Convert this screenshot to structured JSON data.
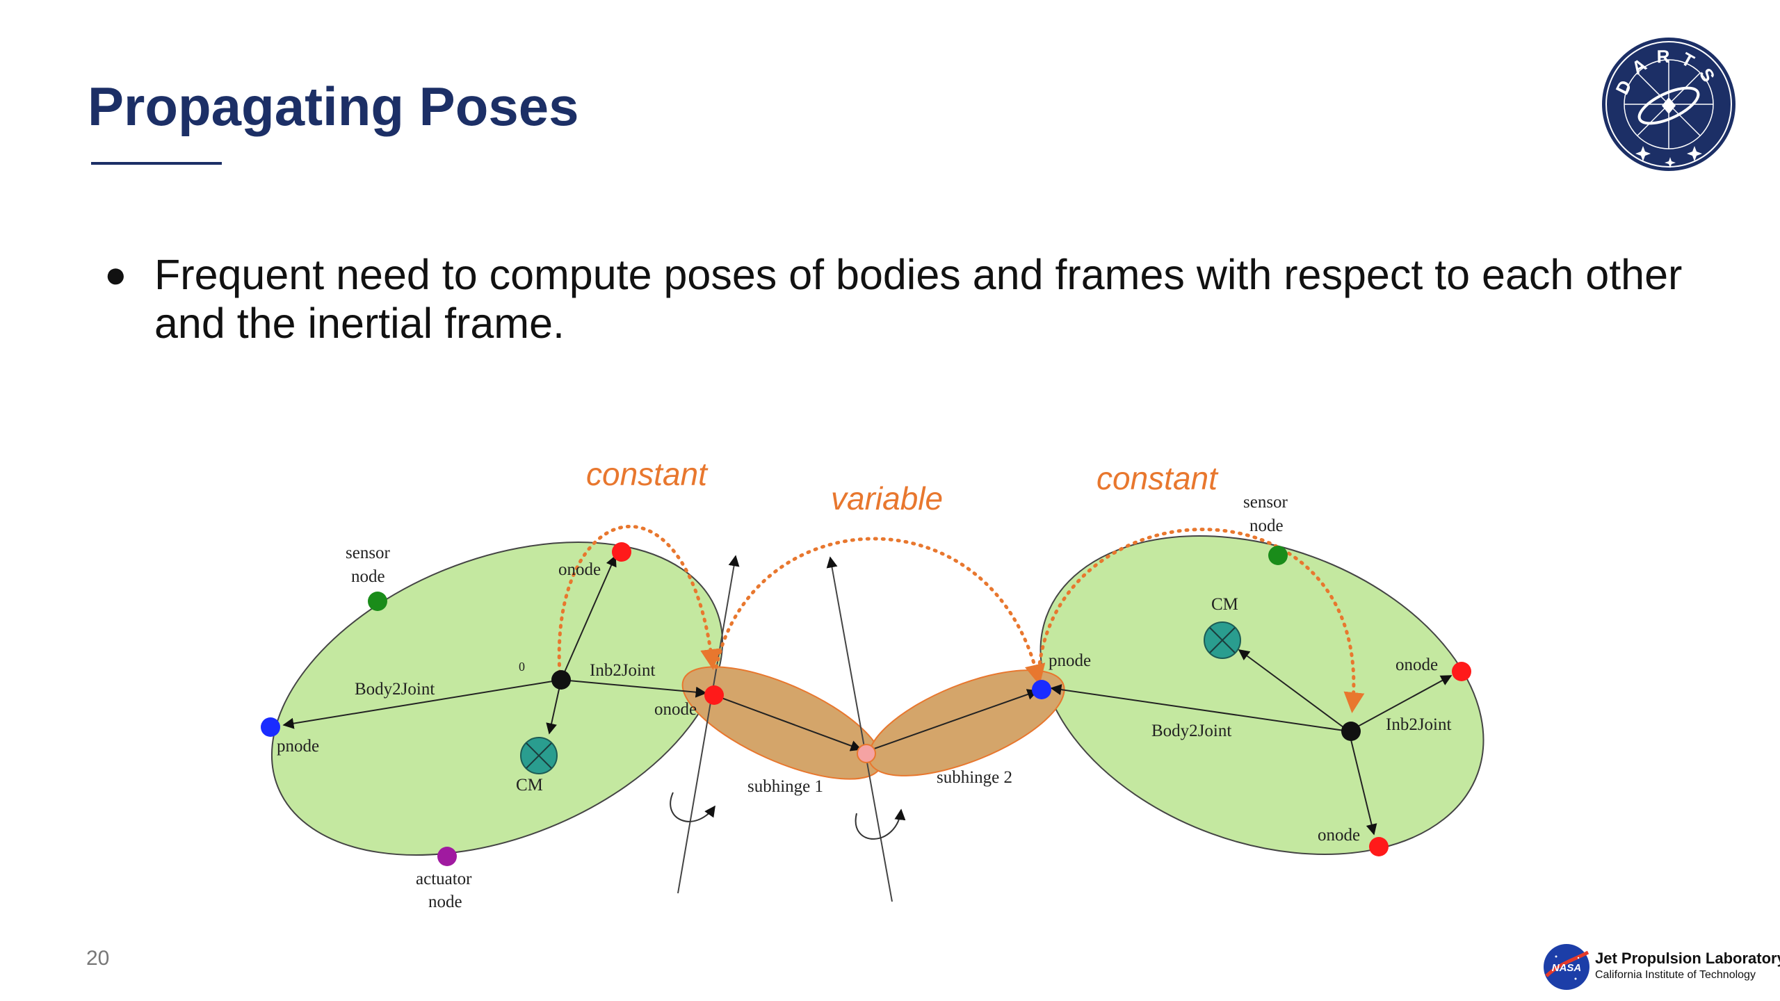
{
  "slide": {
    "title": "Propagating Poses",
    "page_number": "20",
    "bullets": [
      "Frequent need to compute poses of bodies and frames with respect to each other and the inertial frame."
    ]
  },
  "logos": {
    "darts_letters": "DARTS",
    "jpl_title": "Jet Propulsion Laboratory",
    "jpl_subtitle": "California Institute of Technology",
    "nasa_text": "NASA"
  },
  "diagram": {
    "annotations": {
      "constant_left": "constant",
      "variable": "variable",
      "constant_right": "constant"
    },
    "left_body": {
      "sensor_label_1": "sensor",
      "sensor_label_2": "node",
      "onode_top": "onode",
      "zero": "0",
      "inb2joint": "Inb2Joint",
      "body2joint": "Body2Joint",
      "pnode": "pnode",
      "onode_right": "onode",
      "cm": "CM",
      "actuator_label_1": "actuator",
      "actuator_label_2": "node"
    },
    "hinges": {
      "subhinge_1": "subhinge 1",
      "subhinge_2": "subhinge 2"
    },
    "right_body": {
      "sensor_label_1": "sensor",
      "sensor_label_2": "node",
      "cm": "CM",
      "pnode": "pnode",
      "onode_right": "onode",
      "body2joint": "Body2Joint",
      "inb2joint": "Inb2Joint",
      "onode_bottom": "onode"
    },
    "colors": {
      "body_fill": "#c4e8a0",
      "hinge_fill": "#d4a56a",
      "orange": "#e8772e",
      "cm_fill": "#2a9d8f",
      "node_red": "#ff1a1a",
      "node_blue": "#1a2cff",
      "node_green": "#1a8c1a",
      "node_purple": "#a01aa0",
      "node_pink": "#f5a3a3",
      "navy": "#1c2f66"
    }
  }
}
